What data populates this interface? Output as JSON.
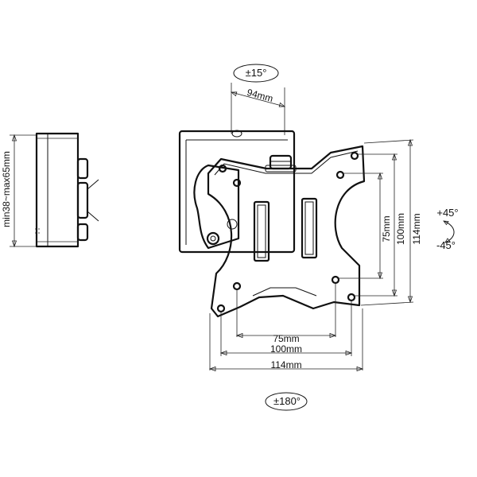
{
  "labels": {
    "tilt": "±15°",
    "rotation": "±180°",
    "swivel_plus": "+45°",
    "swivel_minus": "-45°",
    "depth": "94mm",
    "wall_distance": "min38~max65mm",
    "h_75": "75mm",
    "h_100": "100mm",
    "h_114": "114mm",
    "v_75": "75mm",
    "v_100": "100mm",
    "v_114": "114mm"
  }
}
